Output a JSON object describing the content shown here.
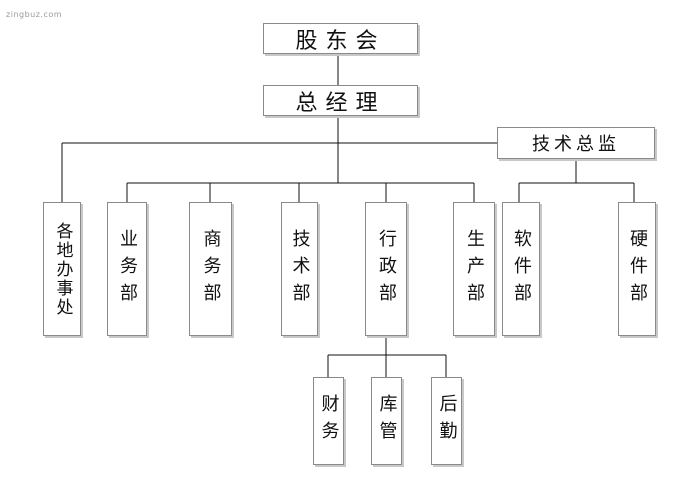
{
  "watermark": "zingbuz.com",
  "top": {
    "shareholders": "股东会",
    "general_manager": "总经理",
    "tech_director": "技术总监"
  },
  "departments": {
    "regional_offices": "各地办事处",
    "business": "业务部",
    "commerce": "商务部",
    "technology": "技术部",
    "administration": "行政部",
    "production": "生产部",
    "software": "软件部",
    "hardware": "硬件部"
  },
  "sub_units": {
    "finance": "财务",
    "warehouse": "库管",
    "logistics": "后勤"
  }
}
